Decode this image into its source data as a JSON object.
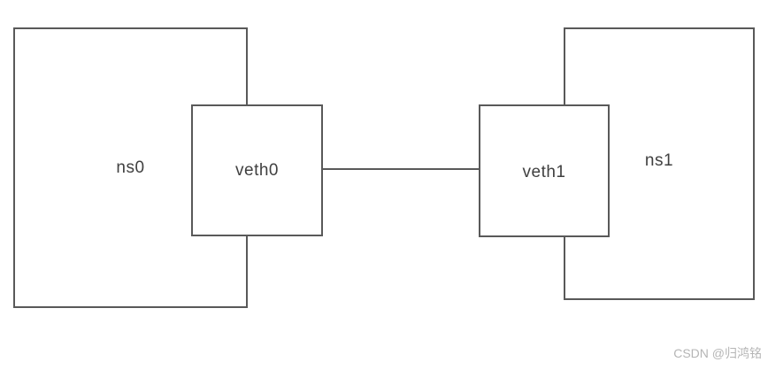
{
  "diagram": {
    "type": "network-namespace-diagram",
    "nodes": [
      {
        "id": "ns0",
        "label": "ns0",
        "kind": "namespace"
      },
      {
        "id": "veth0",
        "label": "veth0",
        "kind": "veth-interface"
      },
      {
        "id": "veth1",
        "label": "veth1",
        "kind": "veth-interface"
      },
      {
        "id": "ns1",
        "label": "ns1",
        "kind": "namespace"
      }
    ],
    "edges": [
      {
        "from": "veth0",
        "to": "veth1"
      }
    ],
    "containment": [
      {
        "parent": "ns0",
        "child": "veth0"
      },
      {
        "parent": "ns1",
        "child": "veth1"
      }
    ]
  },
  "watermark": {
    "text": "CSDN @归鸿铭"
  },
  "colors": {
    "border": "#595959",
    "label_text": "#404040",
    "watermark_text": "#b5b5b5",
    "background": "#ffffff"
  }
}
